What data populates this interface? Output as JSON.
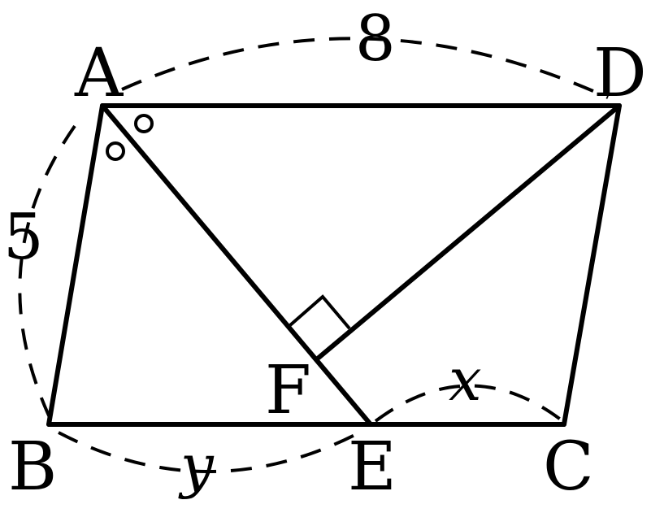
{
  "figure": {
    "vertices": {
      "A": "A",
      "B": "B",
      "C": "C",
      "D": "D",
      "E": "E",
      "F": "F"
    },
    "measures": {
      "AD": "8",
      "AB": "5",
      "EC": "x",
      "BE": "y"
    }
  }
}
